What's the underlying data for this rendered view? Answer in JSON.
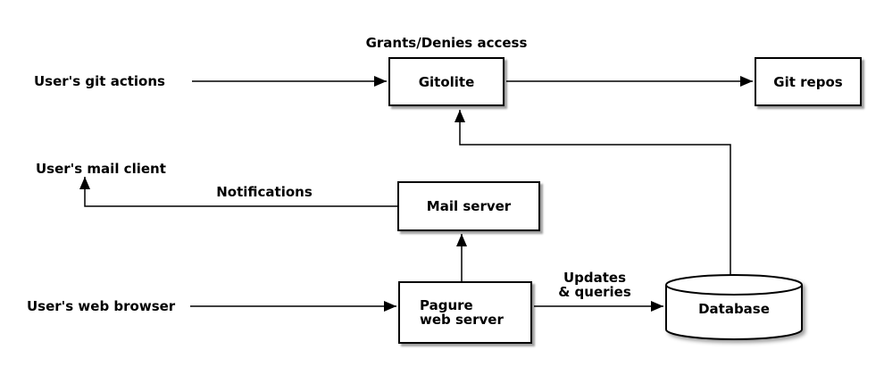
{
  "diagram": {
    "background_color": "#ffffff",
    "line_color": "#000000",
    "box_fill": "#ffffff",
    "box_border_color": "#000000",
    "text_color": "#000000",
    "nodes": {
      "gitolite": {
        "label": "Gitolite",
        "shape": "rectangle"
      },
      "git_repos": {
        "label": "Git repos",
        "shape": "rectangle"
      },
      "mail_server": {
        "label": "Mail server",
        "shape": "rectangle"
      },
      "pagure": {
        "label_line1": "Pagure",
        "label_line2": "web server",
        "shape": "rectangle"
      },
      "database": {
        "label": "Database",
        "shape": "cylinder"
      }
    },
    "labels": {
      "grants_denies": "Grants/Denies access",
      "users_git_actions": "User's git actions",
      "users_mail_client": "User's mail client",
      "users_web_browser": "User's web browser",
      "notifications": "Notifications",
      "updates_line1": "Updates",
      "updates_line2": "& queries"
    },
    "edges": [
      {
        "from": "users_git_actions",
        "to": "gitolite"
      },
      {
        "from": "gitolite",
        "to": "git_repos"
      },
      {
        "from": "database",
        "to": "gitolite"
      },
      {
        "from": "mail_server",
        "to": "users_mail_client",
        "label": "Notifications"
      },
      {
        "from": "pagure",
        "to": "mail_server"
      },
      {
        "from": "users_web_browser",
        "to": "pagure"
      },
      {
        "from": "pagure",
        "to": "database",
        "label": "Updates & queries"
      }
    ]
  }
}
